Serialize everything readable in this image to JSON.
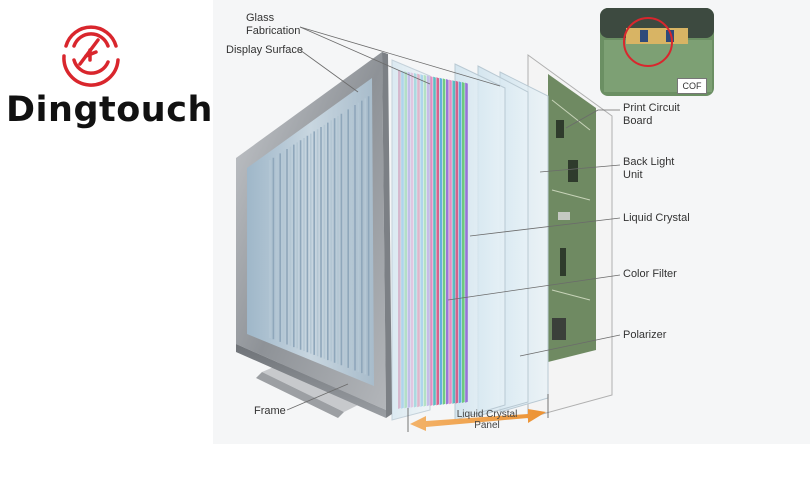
{
  "brand": {
    "name": "Dingtouch",
    "logo_color": "#d9262d"
  },
  "labels": {
    "glass_fabrication": "Glass\nFabrication",
    "display_surface": "Display Surface",
    "print_circuit_board": "Print Circuit\nBoard",
    "back_light_unit": "Back Light\nUnit",
    "liquid_crystal": "Liquid Crystal",
    "color_filter": "Color Filter",
    "polarizer": "Polarizer",
    "frame": "Frame",
    "liquid_crystal_panel": "Liquid Crystal\nPanel",
    "cof": "COF"
  },
  "colors": {
    "frame": "#8f9398",
    "arrow": "#f0a046",
    "pcb": "#5a7a4e",
    "callout_circle": "#d9262d"
  }
}
